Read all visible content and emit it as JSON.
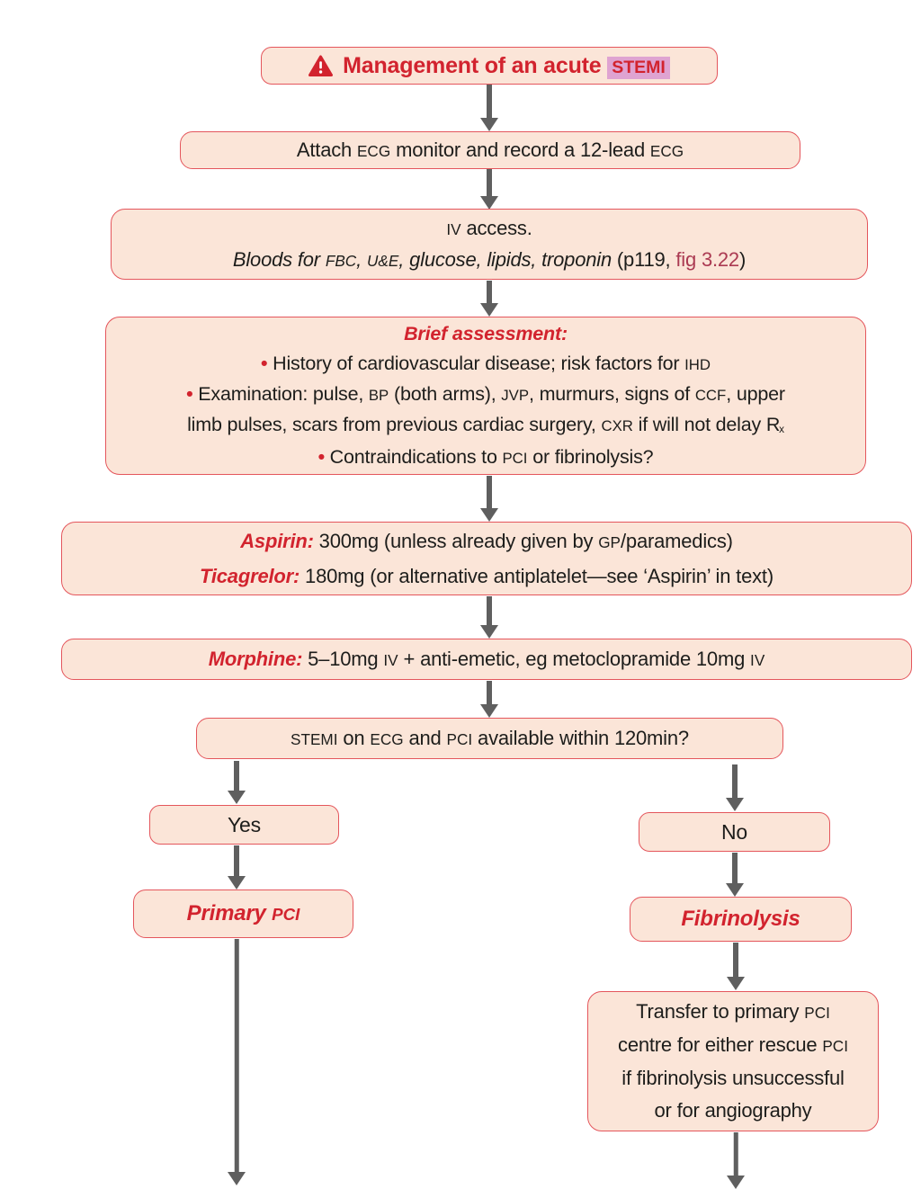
{
  "palette": {
    "box_fill": "#fbe5d8",
    "box_border": "#e4565c",
    "red": "#d2232e",
    "fig_red": "#ab3a52",
    "hl": "#dfa3d1",
    "arrow": "#5f5f5f",
    "ink": "#1d1d1b"
  },
  "nodes": {
    "title": {
      "icon": "warning-triangle",
      "segments": [
        {
          "t": "Management of an acute ",
          "s": "b"
        },
        {
          "t": "STEMI",
          "s": "b sc hl"
        }
      ]
    },
    "attach": {
      "lines": [
        [
          {
            "t": "Attach "
          },
          {
            "t": "ECG",
            "s": "sc"
          },
          {
            "t": " monitor and record a 12-lead "
          },
          {
            "t": "ECG",
            "s": "sc"
          }
        ]
      ]
    },
    "iv_access": {
      "lines": [
        [
          {
            "t": "IV",
            "s": "sc"
          },
          {
            "t": " access."
          }
        ],
        [
          {
            "t": "Bloods for ",
            "s": "it"
          },
          {
            "t": "FBC",
            "s": "sc it"
          },
          {
            "t": ", ",
            "s": "it"
          },
          {
            "t": "U&E",
            "s": "sc it"
          },
          {
            "t": ", glucose, lipids, troponin ",
            "s": "it"
          },
          {
            "t": "(p119, "
          },
          {
            "t": "fig 3.22",
            "s": "fig"
          },
          {
            "t": ")"
          }
        ]
      ]
    },
    "assessment": {
      "lines": [
        [
          {
            "t": "Brief assessment:",
            "s": "redbi"
          }
        ],
        [
          {
            "t": "• ",
            "s": "bullet"
          },
          {
            "t": "History of cardiovascular disease; risk factors for "
          },
          {
            "t": "IHD",
            "s": "sc"
          }
        ],
        [
          {
            "t": "• ",
            "s": "bullet"
          },
          {
            "t": "Examination: pulse, "
          },
          {
            "t": "BP",
            "s": "sc"
          },
          {
            "t": " (both arms), "
          },
          {
            "t": "JVP",
            "s": "sc"
          },
          {
            "t": ", murmurs, signs of "
          },
          {
            "t": "CCF",
            "s": "sc"
          },
          {
            "t": ", upper"
          }
        ],
        [
          {
            "t": "limb pulses, scars from previous cardiac surgery, "
          },
          {
            "t": "CXR",
            "s": "sc"
          },
          {
            "t": " if will not delay R"
          },
          {
            "t": "x",
            "s": "sub"
          }
        ],
        [
          {
            "t": "• ",
            "s": "bullet"
          },
          {
            "t": "Contraindications to "
          },
          {
            "t": "PCI",
            "s": "sc"
          },
          {
            "t": " or fibrinolysis?"
          }
        ]
      ]
    },
    "aspirin": {
      "lines": [
        [
          {
            "t": "Aspirin:",
            "s": "redbi"
          },
          {
            "t": " 300mg (unless already given by "
          },
          {
            "t": "GP",
            "s": "sc"
          },
          {
            "t": "/paramedics)"
          }
        ],
        [
          {
            "t": "Ticagrelor:",
            "s": "redbi"
          },
          {
            "t": " 180mg (or alternative antiplatelet—see ‘Aspirin’ in text)"
          }
        ]
      ]
    },
    "morphine": {
      "lines": [
        [
          {
            "t": "Morphine:",
            "s": "redbi"
          },
          {
            "t": " 5–10mg "
          },
          {
            "t": "IV",
            "s": "sc"
          },
          {
            "t": " + anti-emetic, eg metoclopramide 10mg "
          },
          {
            "t": "IV",
            "s": "sc"
          }
        ]
      ]
    },
    "question": {
      "lines": [
        [
          {
            "t": "STEMI",
            "s": "sc"
          },
          {
            "t": " on "
          },
          {
            "t": "ECG",
            "s": "sc"
          },
          {
            "t": " and "
          },
          {
            "t": "PCI",
            "s": "sc"
          },
          {
            "t": " available within 120min?"
          }
        ]
      ]
    },
    "yes": {
      "lines": [
        [
          {
            "t": "Yes"
          }
        ]
      ]
    },
    "no": {
      "lines": [
        [
          {
            "t": "No"
          }
        ]
      ]
    },
    "primary_pci": {
      "lines": [
        [
          {
            "t": "Primary ",
            "s": "redbi"
          },
          {
            "t": "PCI",
            "s": "redbi sc"
          }
        ]
      ]
    },
    "fibrinolysis": {
      "lines": [
        [
          {
            "t": "Fibrinolysis",
            "s": "redbi"
          }
        ]
      ]
    },
    "transfer": {
      "lines": [
        [
          {
            "t": "Transfer to primary "
          },
          {
            "t": "PCI",
            "s": "sc"
          }
        ],
        [
          {
            "t": "centre for either rescue "
          },
          {
            "t": "PCI",
            "s": "sc"
          }
        ],
        [
          {
            "t": "if fibrinolysis unsuccessful"
          }
        ],
        [
          {
            "t": "or for angiography"
          }
        ]
      ]
    }
  }
}
